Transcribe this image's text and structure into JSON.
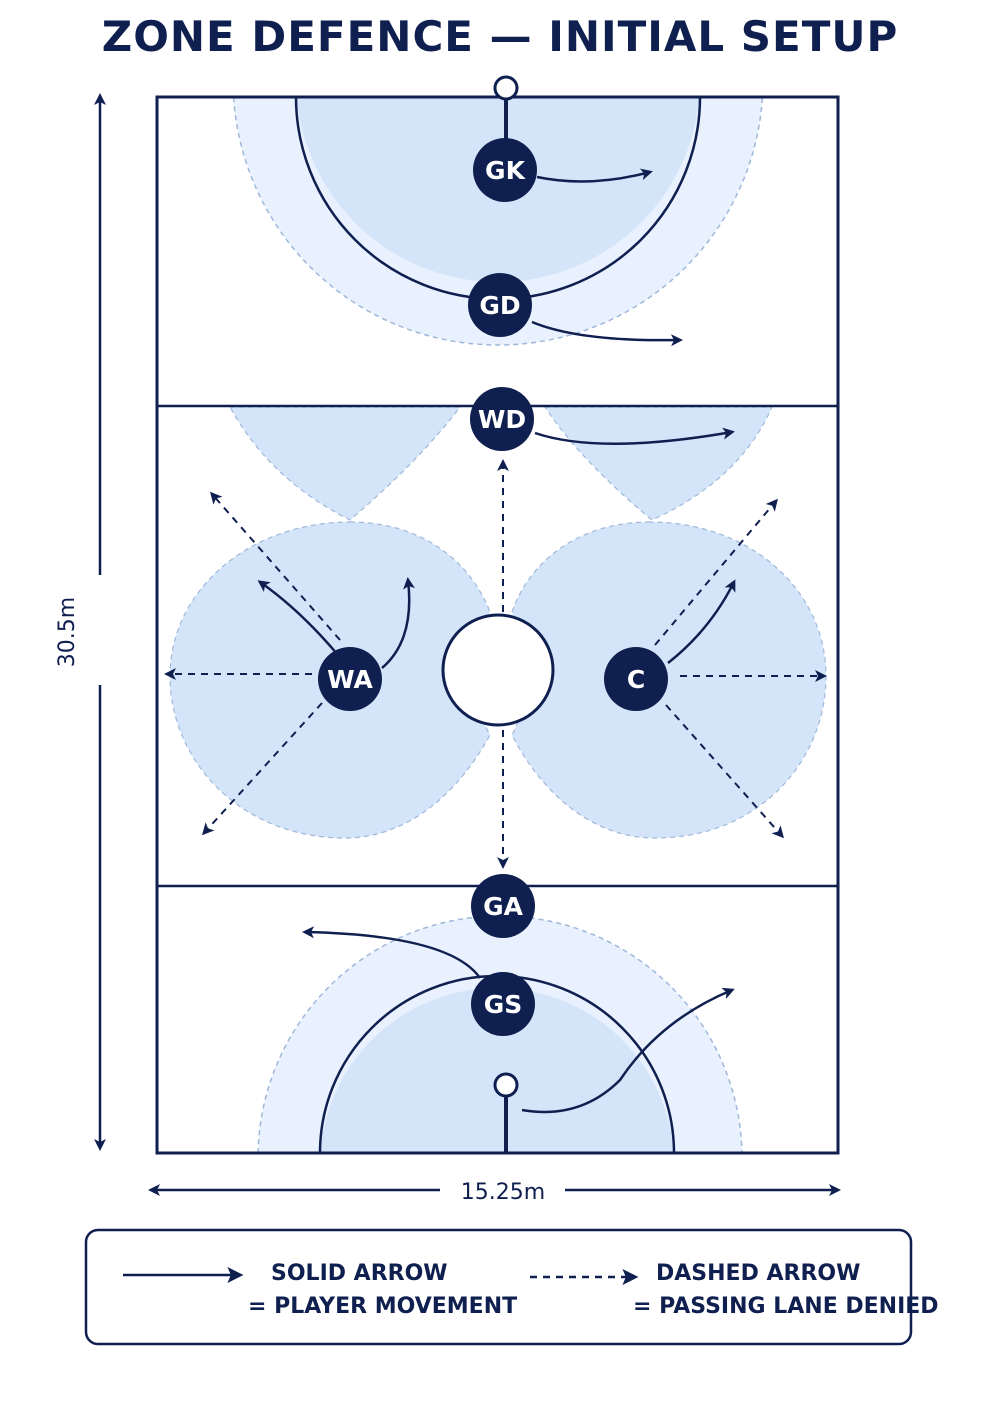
{
  "title": "ZONE DEFENCE — INITIAL SETUP",
  "dimensions": {
    "length": "30.5m",
    "width": "15.25m"
  },
  "players": [
    "GK",
    "GD",
    "WD",
    "WA",
    "C",
    "GA",
    "GS"
  ],
  "legend": {
    "solid_line1": "SOLID ARROW",
    "solid_line2": "= PLAYER MOVEMENT",
    "dashed_line1": "DASHED ARROW",
    "dashed_line2": "= PASSING LANE DENIED"
  },
  "colors": {
    "navy": "#0f1f4f",
    "zone_light": "#e8f1fd",
    "zone_mid": "#d4e5fa"
  }
}
